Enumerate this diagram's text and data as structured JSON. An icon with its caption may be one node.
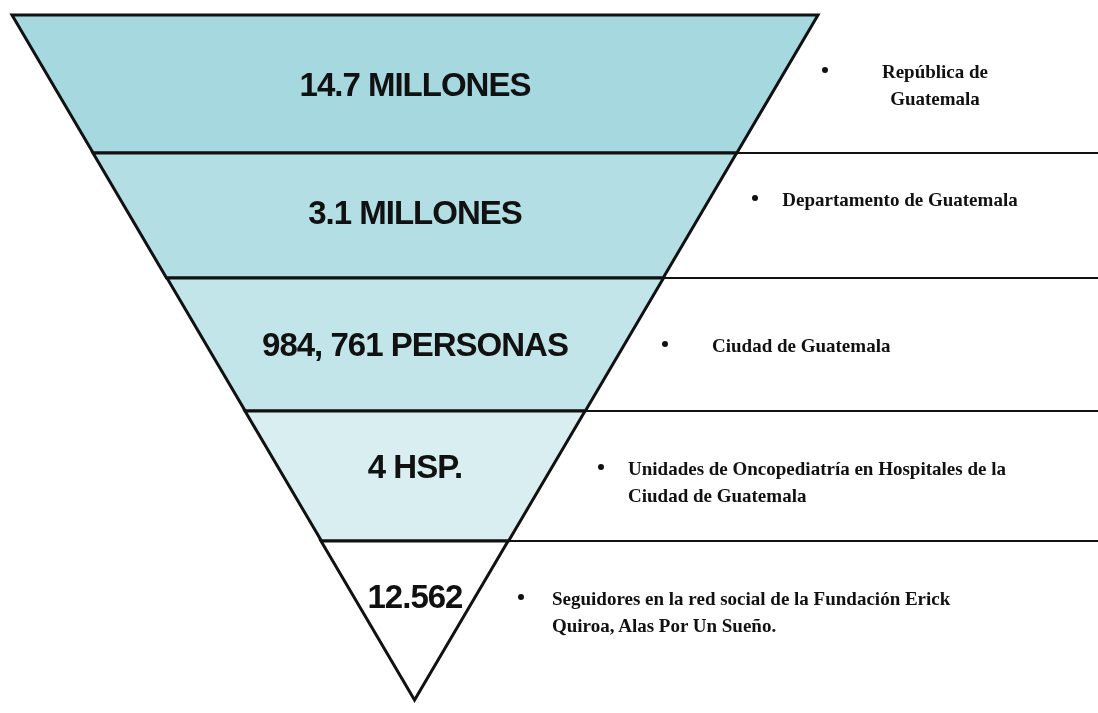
{
  "diagram": {
    "nodes": [
      {
        "text": [
          "14.7 MILLONES"
        ],
        "beside": [
          "República de Guatemala"
        ]
      },
      {
        "text": [
          "3.1 MILLONES"
        ],
        "beside": [
          "Departamento de Guatemala"
        ]
      },
      {
        "text": [
          "984, 761 PERSONAS"
        ],
        "beside": [
          "Ciudad de Guatemala"
        ]
      },
      {
        "text": [
          "4 HSP."
        ],
        "beside": [
          "Unidades de Oncopediatría en Hospitales de la Ciudad de Guatemala"
        ]
      },
      {
        "text": [
          "12.562"
        ],
        "beside": [
          "Seguidores en la red social de la Fundación Erick Quiroa, Alas Por Un Sueño."
        ]
      }
    ],
    "edges": []
  }
}
